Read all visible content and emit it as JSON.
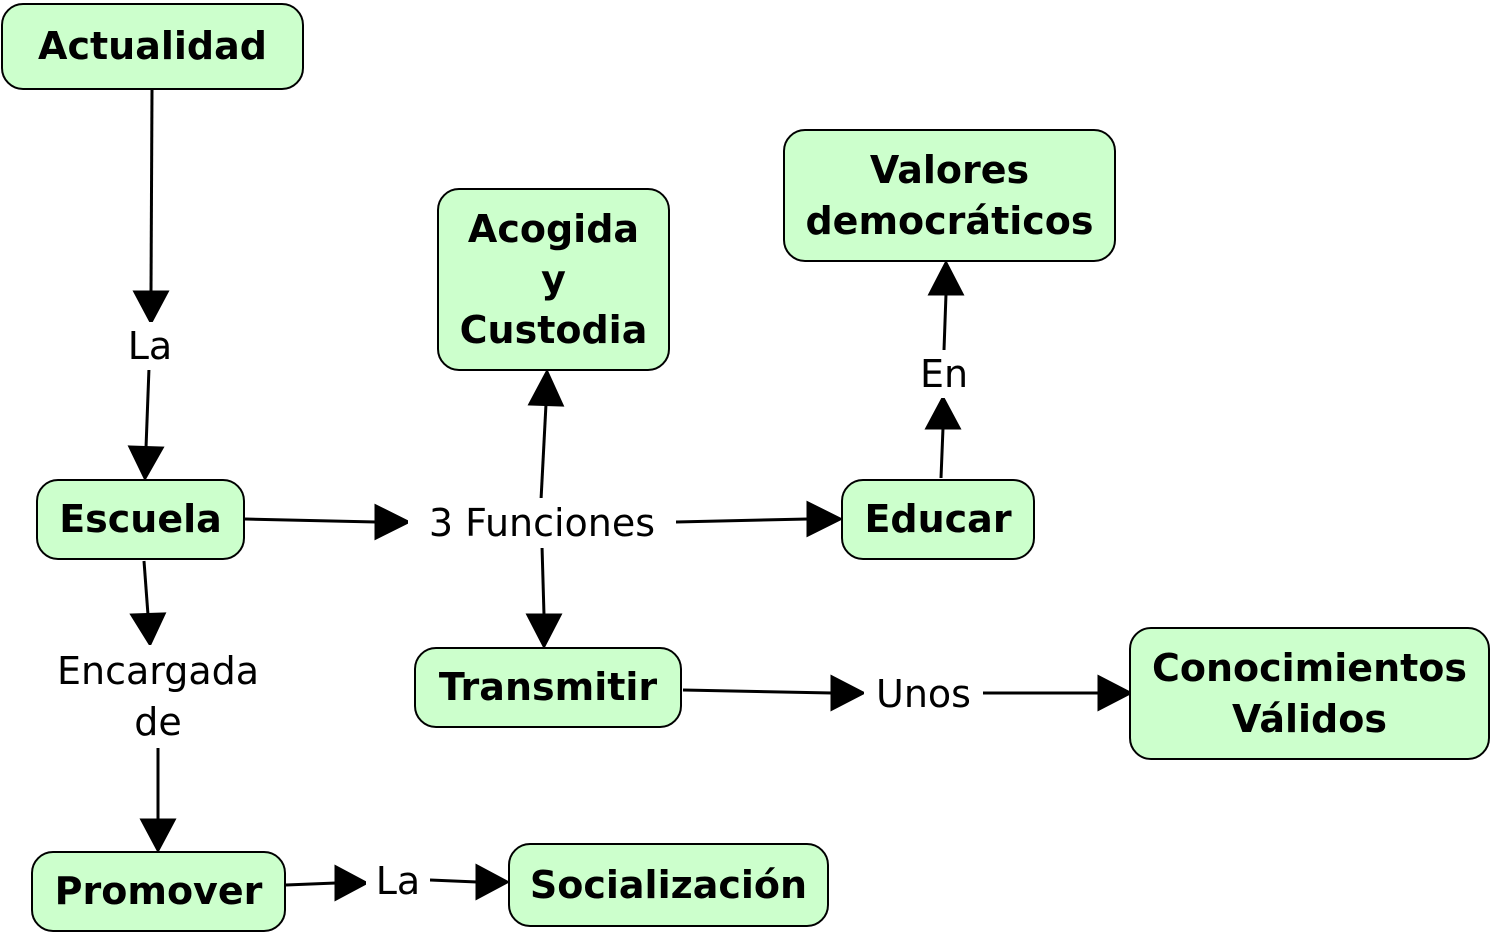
{
  "colors": {
    "node_fill": "#ccffcc",
    "node_border": "#000000",
    "edge": "#000000"
  },
  "nodes": {
    "actualidad": "Actualidad",
    "escuela": "Escuela",
    "acogida": "Acogida\ny\nCustodia",
    "valores": "Valores\ndemocráticos",
    "educar": "Educar",
    "transmitir": "Transmitir",
    "conocimientos": "Conocimientos\nVálidos",
    "promover": "Promover",
    "socializacion": "Socialización"
  },
  "links": {
    "la_1": "La",
    "funciones": "3 Funciones",
    "en": "En",
    "encargada": "Encargada\nde",
    "unos": "Unos",
    "la_2": "La"
  }
}
